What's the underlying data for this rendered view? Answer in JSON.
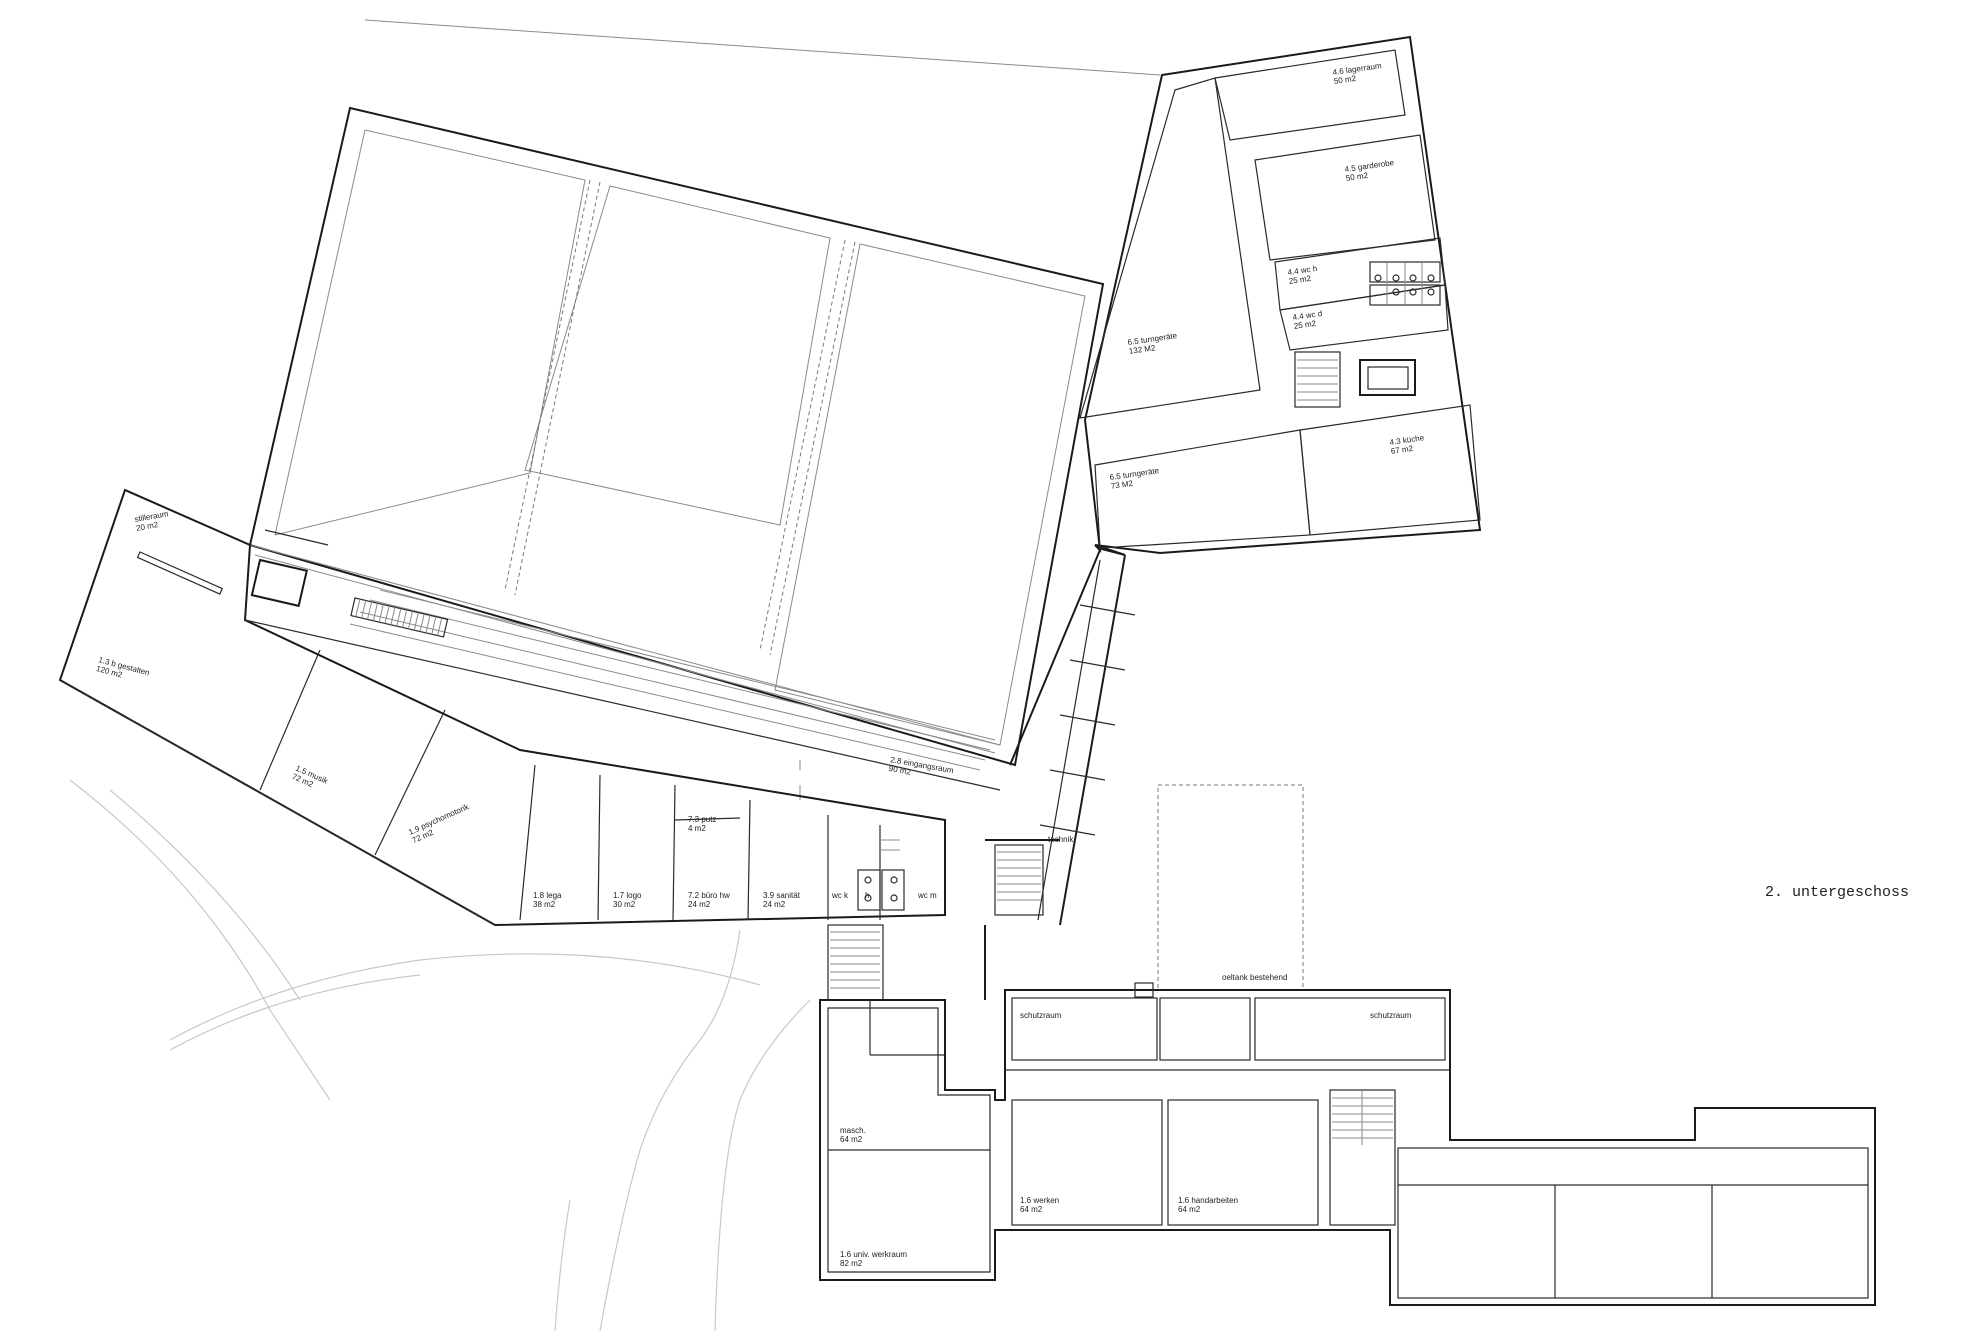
{
  "plan_title": "2. untergeschoss",
  "rooms": {
    "stilleraum": [
      "stilleraum",
      "20 m2"
    ],
    "gestalten": [
      "1.3 b gestalten",
      "120 m2"
    ],
    "musik": [
      "1.5 musik",
      "72 m2"
    ],
    "psychomotorik": [
      "1.9 psychomotorik",
      "72 m2"
    ],
    "lega": [
      "1.8 lega",
      "38 m2"
    ],
    "logo": [
      "1.7 logo",
      "30 m2"
    ],
    "putz": [
      "7.3 putz",
      "4 m2"
    ],
    "buero": [
      "7.2 büro hw",
      "24 m2"
    ],
    "sanitaet": [
      "3.9 sanität",
      "24 m2"
    ],
    "wck": [
      "wc k"
    ],
    "h": [
      "h"
    ],
    "wcm": [
      "wc m"
    ],
    "eingangsraum": [
      "2.8 eingangsraum",
      "90 m2"
    ],
    "technik": [
      "technik"
    ],
    "turngeraete1": [
      "6.5 turngeräte",
      "132 M2"
    ],
    "turngeraete2": [
      "6.5 turngeräte",
      "73 M2"
    ],
    "lagerraum": [
      "4.6 lagerraum",
      "50 m2"
    ],
    "garderobe": [
      "4.5 garderobe",
      "50 m2"
    ],
    "wch": [
      "4.4 wc h",
      "25 m2"
    ],
    "wcd": [
      "4.4 wc d",
      "25 m2"
    ],
    "kueche": [
      "4.3 küche",
      "67 m2"
    ],
    "oeltank": [
      "oeltank bestehend"
    ],
    "schutzraum1": [
      "schutzraum"
    ],
    "schutzraum2": [
      "schutzraum"
    ],
    "masch": [
      "masch.",
      "64 m2"
    ],
    "werkraum": [
      "1.6 univ. werkraum",
      "82 m2"
    ],
    "werken": [
      "1.6 werken",
      "64 m2"
    ],
    "handarbeiten": [
      "1.6 handarbeiten",
      "64 m2"
    ]
  }
}
